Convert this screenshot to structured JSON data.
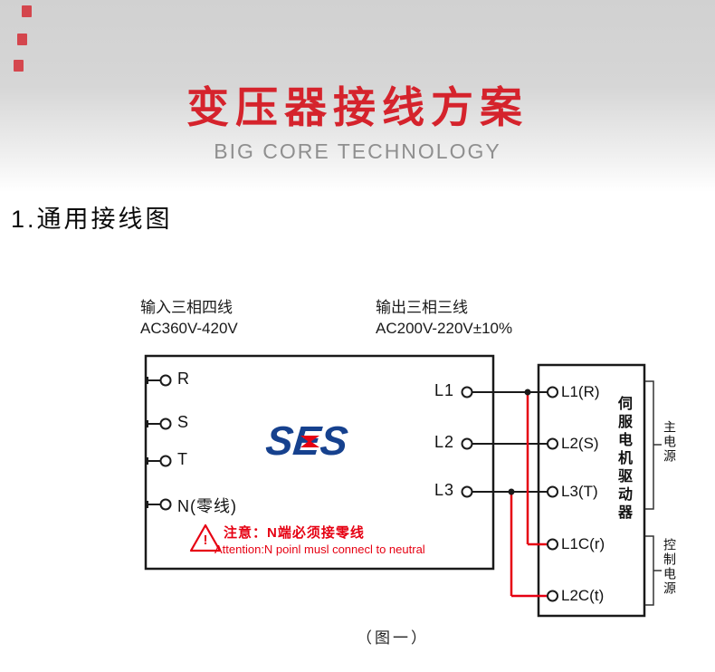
{
  "header": {
    "title": "变压器接线方案",
    "subtitle": "BIG CORE TECHNOLOGY"
  },
  "section_heading": "1.通用接线图",
  "diagram": {
    "input_spec": {
      "line1": "输入三相四线",
      "line2": "AC360V-420V"
    },
    "output_spec": {
      "line1": "输出三相三线",
      "line2": "AC200V-220V±10%"
    },
    "transformer": {
      "logo_text": "SES",
      "input_terminals": [
        "R",
        "S",
        "T",
        "N(零线)"
      ],
      "output_terminals": [
        "L1",
        "L2",
        "L3"
      ],
      "warning": {
        "icon": "!",
        "line1": "注意：N端必须接零线",
        "line2": "Attention:N poinl musl connecl to neutral"
      }
    },
    "drive": {
      "terminals": [
        "L1(R)",
        "L2(S)",
        "L3(T)",
        "L1C(r)",
        "L2C(t)"
      ],
      "vertical_label": "伺服电机驱动器",
      "main_power_label": "主电源",
      "control_power_label": "控制电源"
    },
    "caption": "（图一）"
  },
  "colors": {
    "title_red": "#d5232c",
    "wire_red": "#e60012",
    "logo_blue": "#16418e",
    "subtitle_gray": "#8f8f8f"
  }
}
